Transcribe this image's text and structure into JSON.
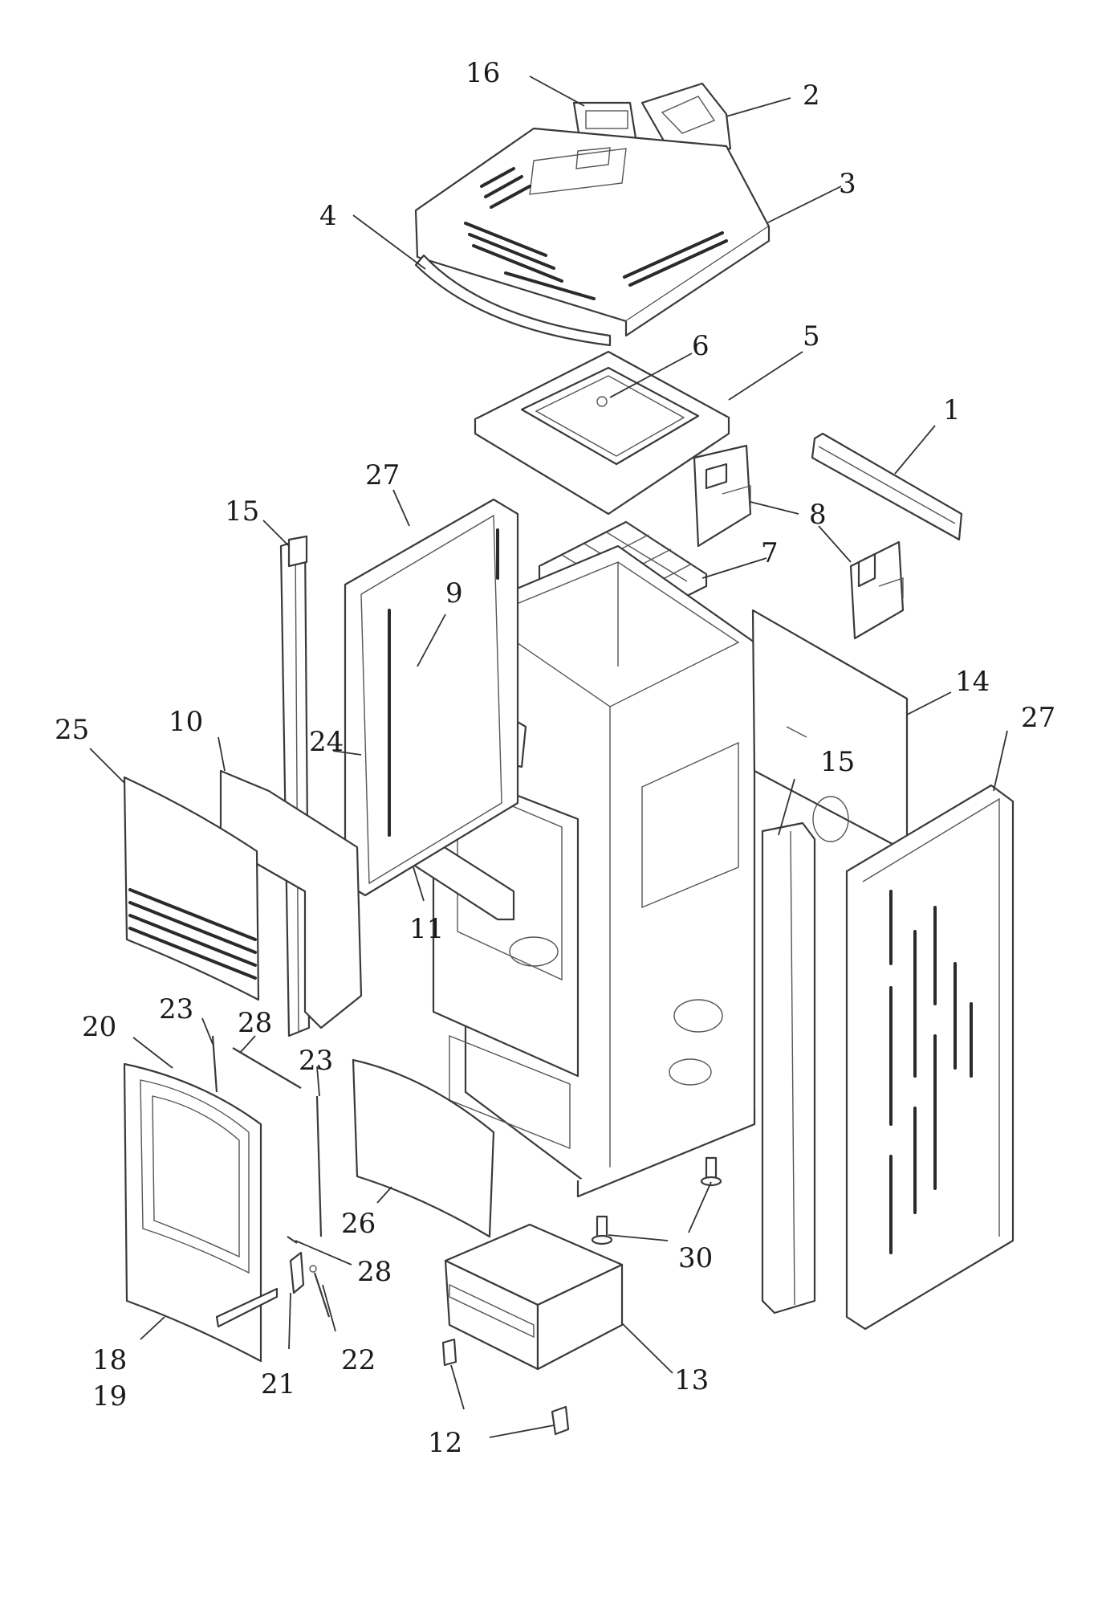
{
  "callouts": {
    "c1": "1",
    "c2": "2",
    "c3": "3",
    "c4": "4",
    "c5": "5",
    "c6": "6",
    "c7": "7",
    "c8": "8",
    "c9": "9",
    "c10": "10",
    "c11": "11",
    "c12": "12",
    "c13": "13",
    "c14": "14",
    "c15a": "15",
    "c15b": "15",
    "c16": "16",
    "c18": "18",
    "c19": "19",
    "c20": "20",
    "c21": "21",
    "c22": "22",
    "c23a": "23",
    "c23b": "23",
    "c24": "24",
    "c25": "25",
    "c26": "26",
    "c27a": "27",
    "c27b": "27",
    "c28a": "28",
    "c28b": "28",
    "c30": "30"
  },
  "colors": {
    "line": "#3a3a3a",
    "background": "#ffffff"
  }
}
